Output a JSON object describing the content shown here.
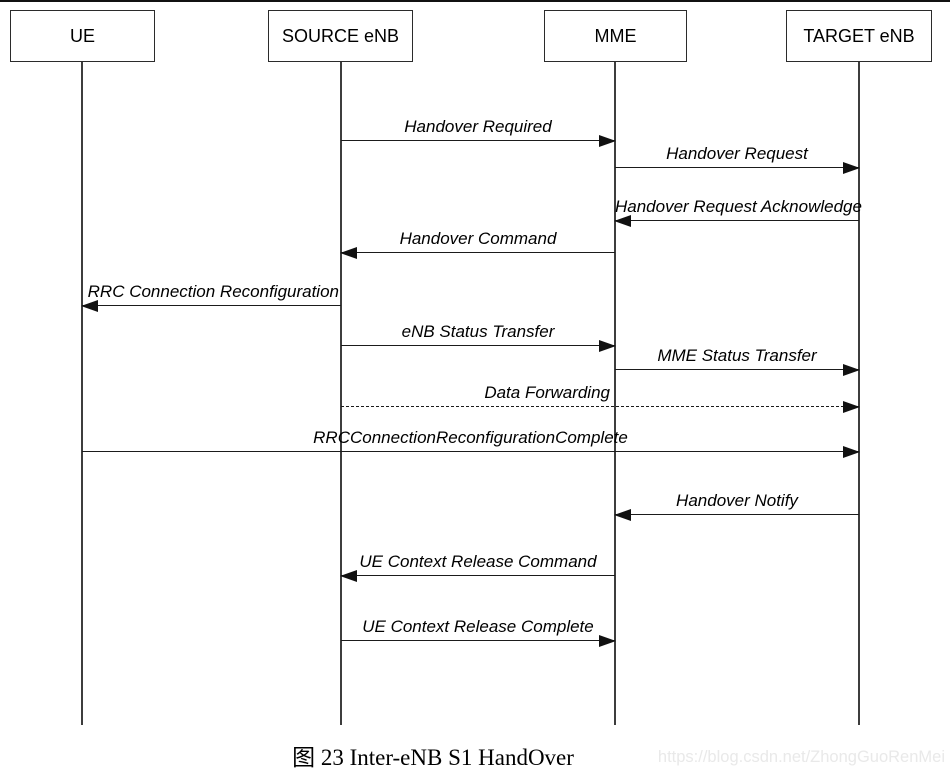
{
  "colors": {
    "background": "#ffffff",
    "line": "#1b1b1b",
    "lifeline": "#3d3d3d",
    "actor_border": "#2b2b2b",
    "text": "#000000",
    "watermark_text": "#e9e9e9"
  },
  "diagram": {
    "actors": [
      {
        "name": "UE"
      },
      {
        "name": "SOURCE eNB"
      },
      {
        "name": "MME"
      },
      {
        "name": "TARGET eNB"
      }
    ],
    "messages": [
      {
        "label": "Handover Required",
        "from": "SOURCE eNB",
        "to": "MME",
        "line": "solid",
        "direction": "right"
      },
      {
        "label": "Handover Request",
        "from": "MME",
        "to": "TARGET eNB",
        "line": "solid",
        "direction": "right"
      },
      {
        "label": "Handover Request Acknowledge",
        "from": "TARGET eNB",
        "to": "MME",
        "line": "solid",
        "direction": "left"
      },
      {
        "label": "Handover Command",
        "from": "MME",
        "to": "SOURCE eNB",
        "line": "solid",
        "direction": "left"
      },
      {
        "label": "RRC Connection Reconfiguration",
        "from": "SOURCE eNB",
        "to": "UE",
        "line": "solid",
        "direction": "left"
      },
      {
        "label": "eNB Status Transfer",
        "from": "SOURCE eNB",
        "to": "MME",
        "line": "solid",
        "direction": "right"
      },
      {
        "label": "MME Status Transfer",
        "from": "MME",
        "to": "TARGET eNB",
        "line": "solid",
        "direction": "right"
      },
      {
        "label": "Data Forwarding",
        "from": "SOURCE eNB",
        "to": "TARGET eNB",
        "line": "dashed",
        "direction": "right"
      },
      {
        "label": "RRCConnectionReconfigurationComplete",
        "from": "UE",
        "to": "TARGET eNB",
        "line": "solid",
        "direction": "right"
      },
      {
        "label": "Handover Notify",
        "from": "TARGET eNB",
        "to": "MME",
        "line": "solid",
        "direction": "left"
      },
      {
        "label": "UE Context Release Command",
        "from": "MME",
        "to": "SOURCE eNB",
        "line": "solid",
        "direction": "left"
      },
      {
        "label": "UE Context Release Complete",
        "from": "SOURCE eNB",
        "to": "MME",
        "line": "solid",
        "direction": "right"
      }
    ]
  },
  "caption": "图 23 Inter-eNB S1 HandOver",
  "watermark": "https://blog.csdn.net/ZhongGuoRenMei"
}
